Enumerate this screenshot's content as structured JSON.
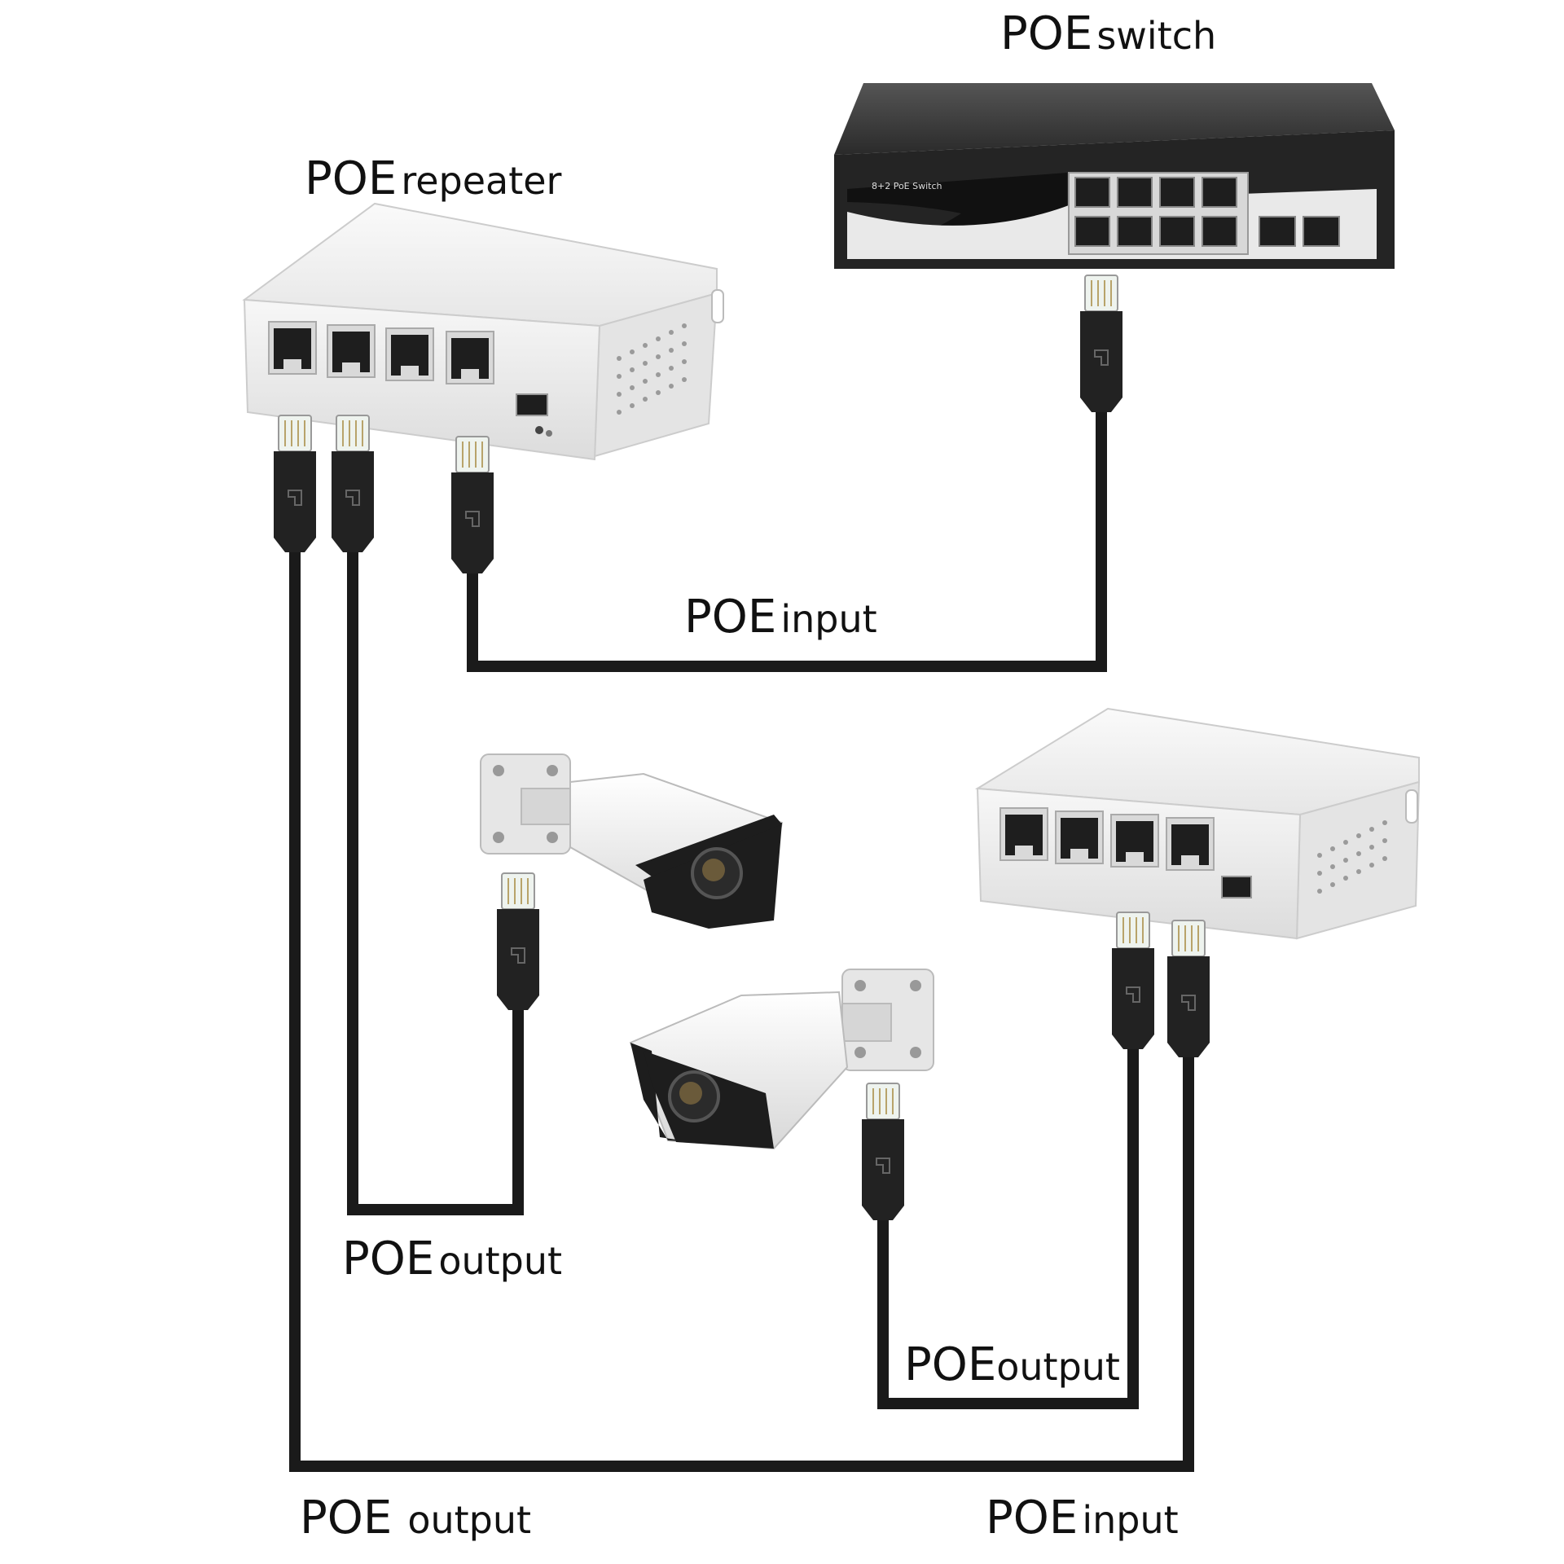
{
  "labels": {
    "poe_switch": {
      "prefix": "POE",
      "suffix": "switch"
    },
    "poe_repeater": {
      "prefix": "POE",
      "suffix": "repeater"
    },
    "poe_input_top": {
      "prefix": "POE",
      "suffix": "input"
    },
    "poe_output_left": {
      "prefix": "POE",
      "suffix": "output"
    },
    "poe_output_right": {
      "prefix": "POE",
      "suffix": "output"
    },
    "poe_output_bottom": {
      "prefix": "POE",
      "suffix": "output"
    },
    "poe_input_bottom": {
      "prefix": "POE",
      "suffix": "input"
    }
  },
  "switch_panel_text": "8+2 PoE Switch",
  "colors": {
    "cable": "#1a1a1a",
    "switch_body": "#2b2b2b",
    "repeater_body": "#f2f2f2",
    "text": "#111111"
  }
}
